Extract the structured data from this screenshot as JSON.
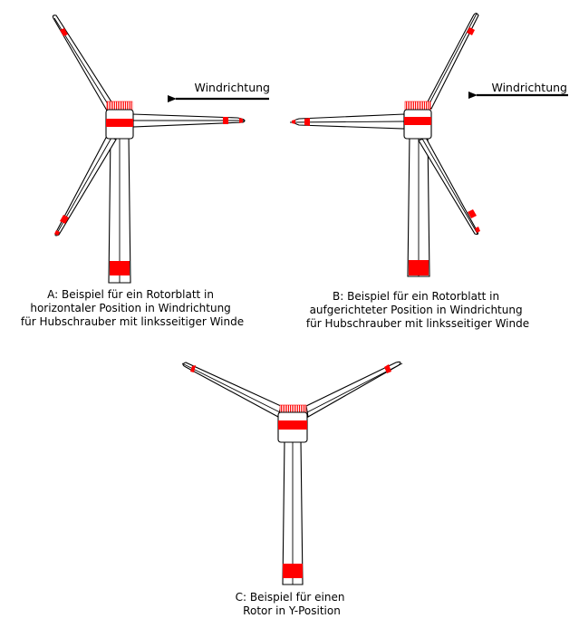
{
  "colors": {
    "marking": "#ff0000",
    "outline": "#000000",
    "background": "#ffffff"
  },
  "wind_label": "Windrichtung",
  "panels": [
    {
      "id": "A",
      "caption": [
        "A: Beispiel für ein Rotorblatt in",
        "horizontaler Position in Windrichtung",
        "für Hubschrauber mit linksseitiger Winde"
      ]
    },
    {
      "id": "B",
      "caption": [
        "B: Beispiel für ein Rotorblatt in",
        "aufgerichteter Position in Windrichtung",
        "für Hubschrauber mit linksseitiger Winde"
      ]
    },
    {
      "id": "C",
      "caption": [
        "C: Beispiel für einen",
        "Rotor in Y-Position"
      ]
    }
  ]
}
